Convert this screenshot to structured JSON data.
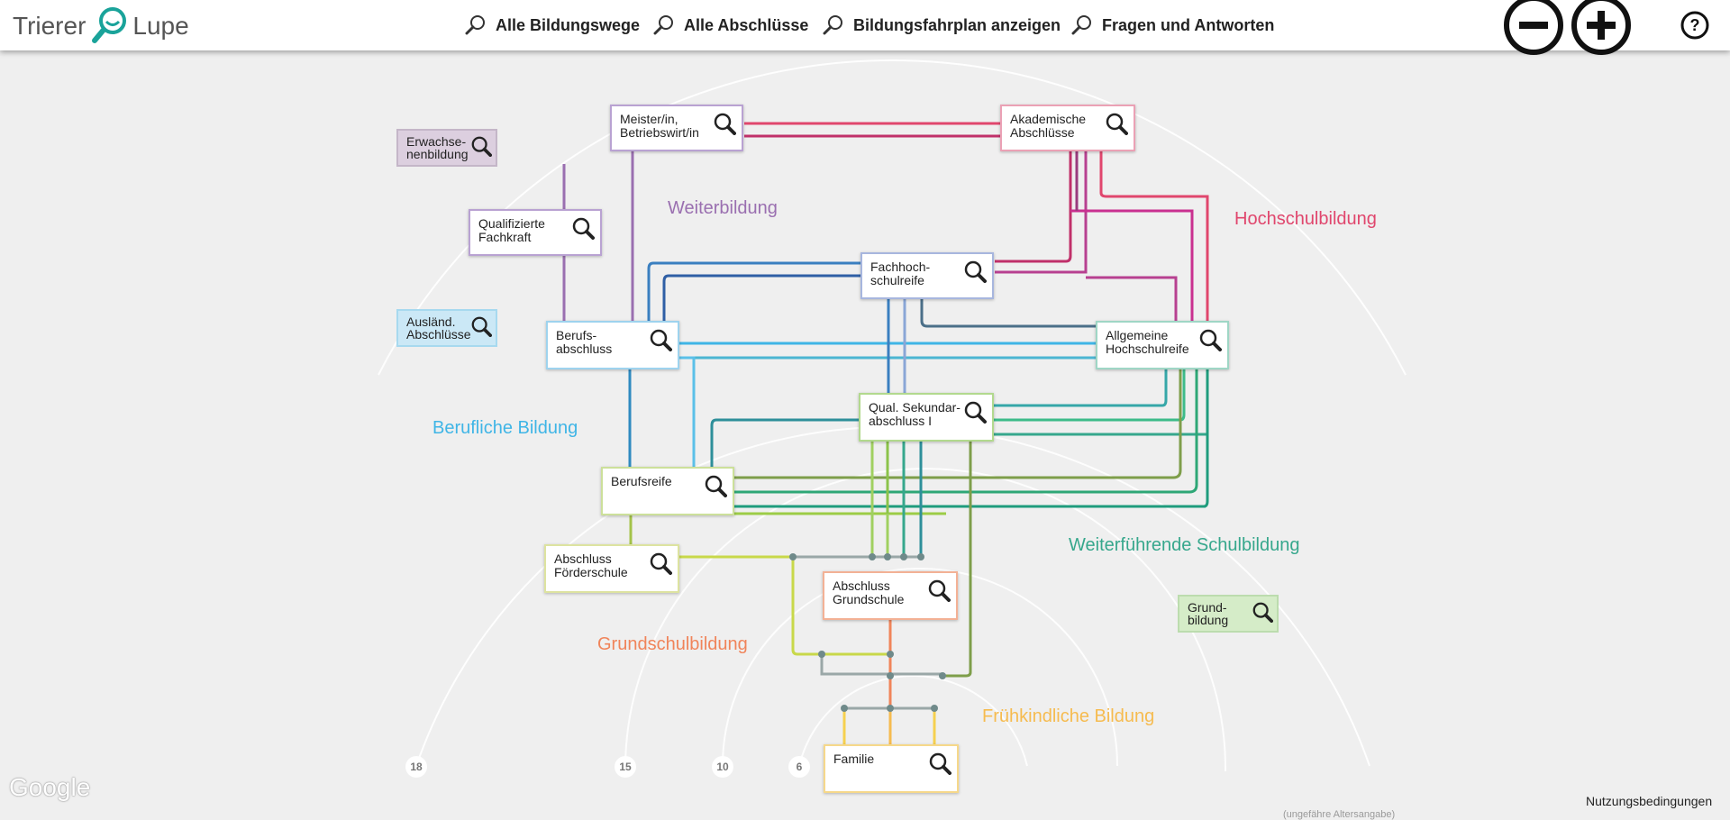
{
  "logo": {
    "left": "Trierer",
    "right": "Lupe"
  },
  "nav": {
    "items": [
      {
        "label": "Alle Bildungswege"
      },
      {
        "label": "Alle Abschlüsse"
      },
      {
        "label": "Bildungsfahrplan anzeigen"
      },
      {
        "label": "Fragen und Antworten"
      }
    ]
  },
  "controls": {
    "zoom_out": "zoom-out",
    "zoom_in": "zoom-in",
    "help": "?"
  },
  "areas": {
    "weiterbildung": "Weiterbildung",
    "hochschulbildung": "Hochschulbildung",
    "berufliche": "Berufliche Bildung",
    "weiterfuehrende": "Weiterführende Schulbildung",
    "grundschul": "Grundschulbildung",
    "fruehkindlich": "Frühkindliche Bildung"
  },
  "nodes": {
    "meister": "Meister/in,\nBetriebswirt/in",
    "akademisch": "Akademische\nAbschlüsse",
    "qualifiziert": "Qualifizierte\nFachkraft",
    "fachhochschulreife": "Fachhoch-\nschulreife",
    "berufsabschluss": "Berufs-\nabschluss",
    "allgemeine": "Allgemeine\nHochschulreife",
    "sekundar": "Qual. Sekundar-\nabschluss I",
    "berufsreife": "Berufsreife",
    "foerderschule": "Abschluss\nFörderschule",
    "grundschule": "Abschluss\nGrundschule",
    "familie": "Familie"
  },
  "side_nodes": {
    "erwachsenen": "Erwachse-\nnenbildung",
    "auslaend": "Ausländ.\nAbschlüsse",
    "grundbildung": "Grund-\nbildung"
  },
  "ages": [
    "18",
    "15",
    "10",
    "6"
  ],
  "age_note": "(ungefähre Altersangabe)",
  "google": "Google",
  "terms": "Nutzungsbedingungen",
  "colors": {
    "weiterbildung": "#9a6fb0",
    "hochschulbildung": "#e0466d",
    "berufliche": "#3fb5e6",
    "weiterfuehrende": "#36a78c",
    "grundschul": "#f0845a",
    "fruehkindlich": "#f6bb4f"
  }
}
